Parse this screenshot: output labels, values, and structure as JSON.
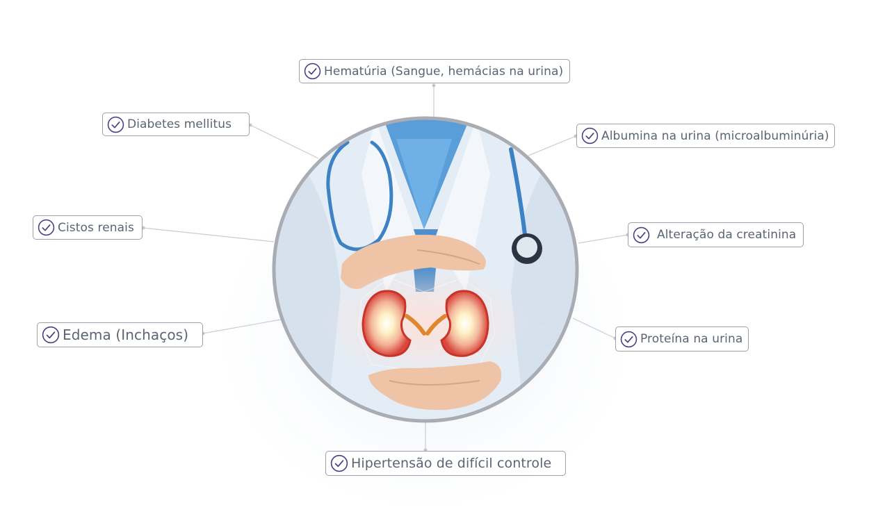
{
  "diagram": {
    "center_image": "doctor-hands-kidneys-photo",
    "accent_color": "#4a3d86",
    "border_color": "#9a9fa8",
    "text_color": "#5b6473",
    "items": [
      {
        "id": "hematuria",
        "label": "Hematúria (Sangue, hemácias na urina)"
      },
      {
        "id": "diabetes",
        "label": "Diabetes mellitus"
      },
      {
        "id": "albumina",
        "label": "Albumina na urina (microalbuminúria)"
      },
      {
        "id": "cistos",
        "label": "Cistos renais"
      },
      {
        "id": "creatinina",
        "label": "Alteração da creatinina"
      },
      {
        "id": "edema",
        "label": "Edema (Inchaços)"
      },
      {
        "id": "proteina",
        "label": "Proteína na urina"
      },
      {
        "id": "hipertensao",
        "label": "Hipertensão de difícil controle"
      }
    ]
  }
}
